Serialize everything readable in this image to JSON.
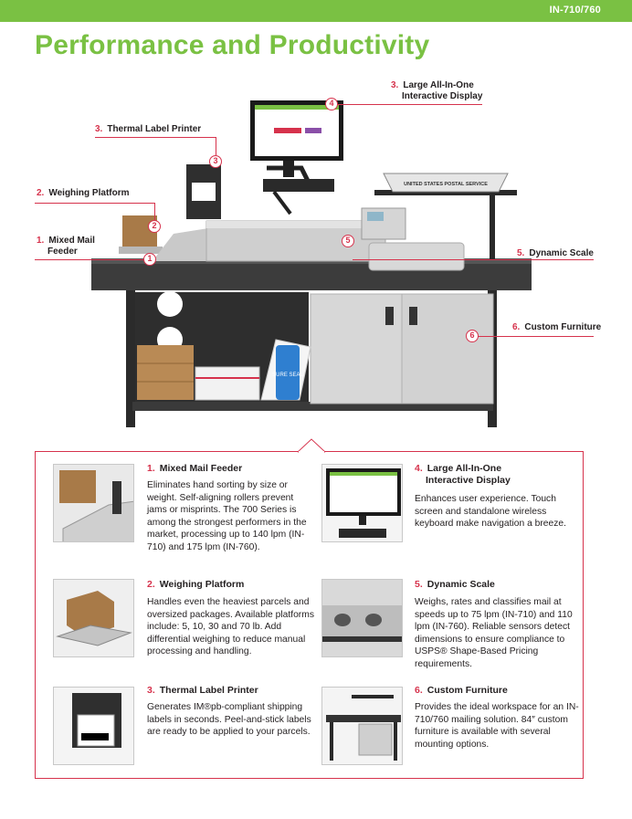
{
  "header": {
    "model": "IN-710/760"
  },
  "page_title": "Performance and Productivity",
  "callouts": [
    {
      "num": "1.",
      "label": "Mixed Mail",
      "label2": "Feeder",
      "marker": "1"
    },
    {
      "num": "2.",
      "label": "Weighing Platform",
      "marker": "2"
    },
    {
      "num": "3.",
      "label": "Thermal Label Printer",
      "marker": "3"
    },
    {
      "num": "3.",
      "label": "Large All-In-One",
      "label2": "Interactive Display",
      "marker": "4"
    },
    {
      "num": "5.",
      "label": "Dynamic Scale",
      "marker": "5"
    },
    {
      "num": "6.",
      "label": "Custom Furniture",
      "marker": "6"
    }
  ],
  "product_labels": {
    "tray": "UNITED STATES POSTAL SERVICE",
    "bottle": "SURE SEAL"
  },
  "features": [
    {
      "num": "1.",
      "title": "Mixed Mail Feeder",
      "title2": "",
      "body": "Eliminates hand sorting by size or weight. Self-aligning rollers prevent jams or misprints. The 700 Series is among the strongest performers in the market, processing up to 140 lpm (IN-710) and 175 lpm (IN-760)."
    },
    {
      "num": "2.",
      "title": "Weighing Platform",
      "title2": "",
      "body": "Handles even the heaviest parcels and oversized packages. Available platforms include: 5, 10, 30 and 70 lb. Add differential weighing to reduce manual processing and handling."
    },
    {
      "num": "3.",
      "title": "Thermal Label Printer",
      "title2": "",
      "body": "Generates IM®pb-compliant shipping labels in seconds. Peel-and-stick labels are ready to be applied to your parcels."
    },
    {
      "num": "4.",
      "title": "Large All-In-One",
      "title2": "Interactive Display",
      "body": "Enhances user experience. Touch screen and standalone wireless keyboard make navigation a breeze."
    },
    {
      "num": "5.",
      "title": "Dynamic Scale",
      "title2": "",
      "body": "Weighs, rates and classifies mail at speeds up to 75 lpm (IN-710) and 110 lpm (IN-760). Reliable sensors detect dimensions to ensure compliance to USPS® Shape-Based Pricing requirements."
    },
    {
      "num": "6.",
      "title": "Custom Furniture",
      "title2": "",
      "body": "Provides the ideal workspace for an IN-710/760 mailing solution. 84″ custom furniture is available with several mounting options."
    }
  ],
  "colors": {
    "brand_green": "#7ac143",
    "accent_red": "#d6324c",
    "text": "#231f20"
  }
}
